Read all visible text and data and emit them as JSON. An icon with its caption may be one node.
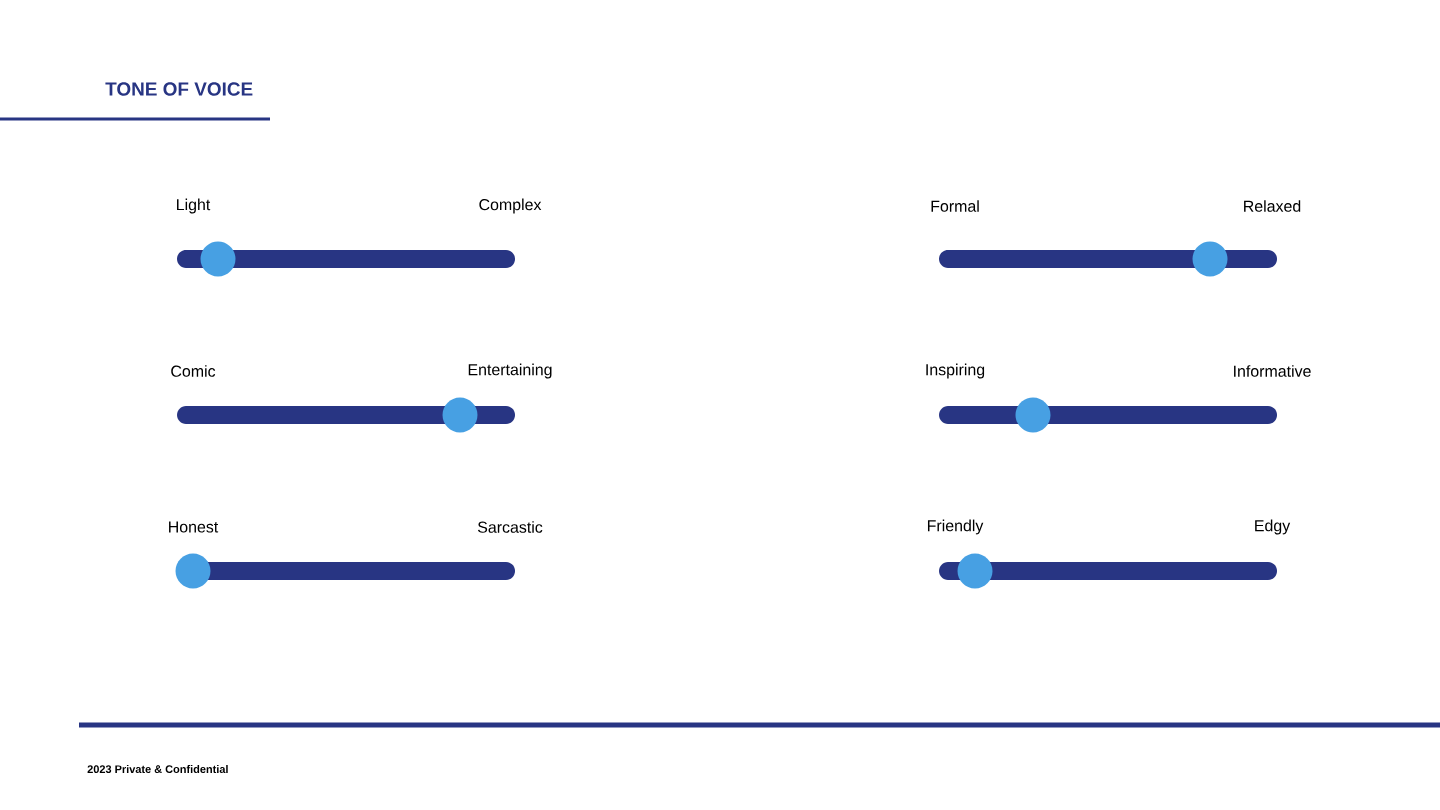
{
  "diagram": {
    "title": "TONE OF VOICE",
    "caption": "2023 Private & Confidential",
    "nodes": [
      {
        "text": [
          "Light",
          "Complex"
        ]
      },
      {
        "text": [
          "Formal",
          "Relaxed"
        ]
      },
      {
        "text": [
          "Comic",
          "Entertaining"
        ]
      },
      {
        "text": [
          "Inspiring",
          "Informative"
        ]
      },
      {
        "text": [
          "Honest",
          "Sarcastic"
        ]
      },
      {
        "text": [
          "Friendly",
          "Edgy"
        ]
      }
    ]
  }
}
